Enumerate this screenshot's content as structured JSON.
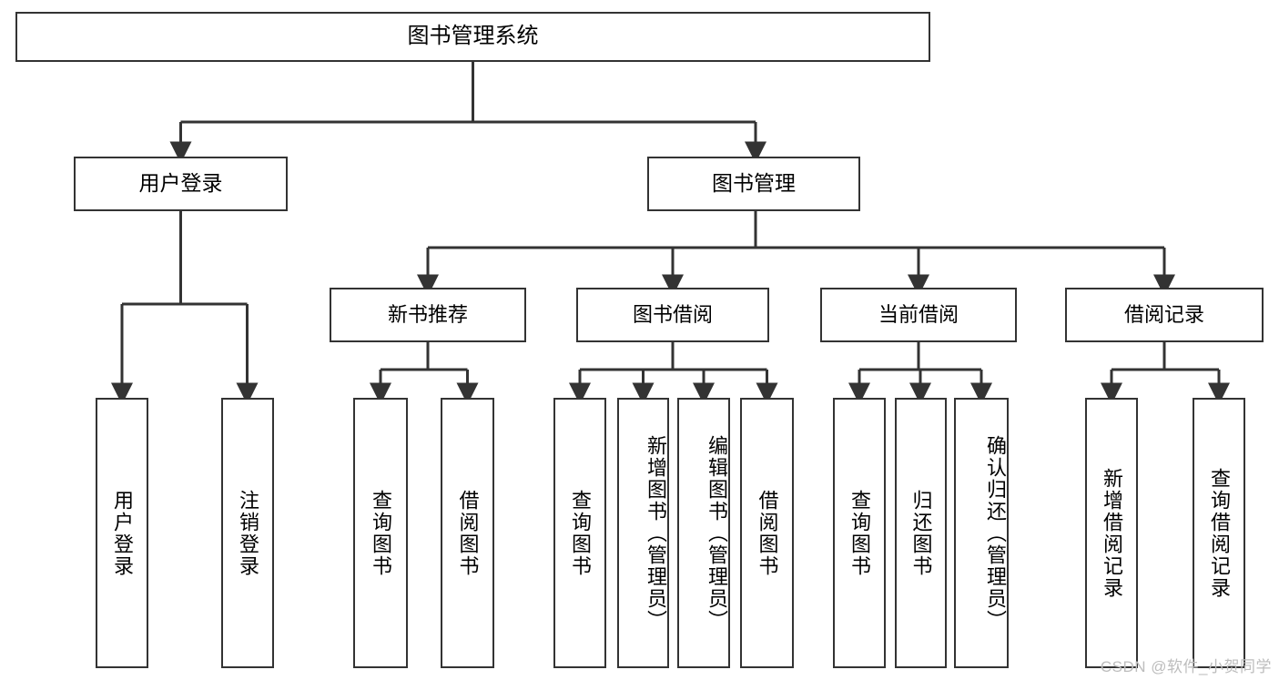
{
  "diagram": {
    "type": "tree-hierarchy",
    "title": "图书管理系统",
    "watermark": "CSDN @软件_小贺同学",
    "colors": {
      "box_border": "#333333",
      "box_fill": "#ffffff",
      "edge": "#333333",
      "text": "#000000",
      "watermark": "#bdbdbd",
      "background": "#ffffff"
    },
    "root": {
      "label": "图书管理系统"
    },
    "level1": [
      {
        "label": "用户登录"
      },
      {
        "label": "图书管理"
      }
    ],
    "level2": [
      {
        "label": "新书推荐"
      },
      {
        "label": "图书借阅"
      },
      {
        "label": "当前借阅"
      },
      {
        "label": "借阅记录"
      }
    ],
    "leaves": {
      "user_login": [
        {
          "label": "用户登录"
        },
        {
          "label": "注销登录"
        }
      ],
      "new_book_recommend": [
        {
          "label": "查询图书"
        },
        {
          "label": "借阅图书"
        }
      ],
      "book_borrow": [
        {
          "label": "查询图书"
        },
        {
          "label": "新增图书（管理员）"
        },
        {
          "label": "编辑图书（管理员）"
        },
        {
          "label": "借阅图书"
        }
      ],
      "current_borrow": [
        {
          "label": "查询图书"
        },
        {
          "label": "归还图书"
        },
        {
          "label": "确认归还（管理员）"
        }
      ],
      "borrow_record": [
        {
          "label": "新增借阅记录"
        },
        {
          "label": "查询借阅记录"
        }
      ]
    }
  }
}
